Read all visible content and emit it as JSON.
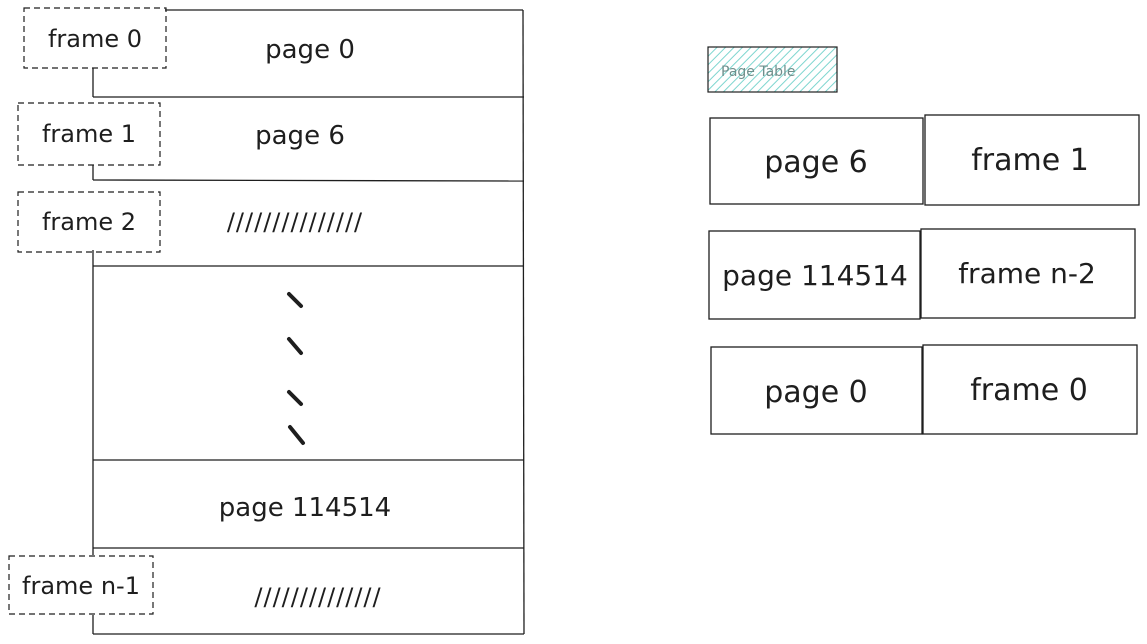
{
  "memory_layout": {
    "rows": [
      {
        "frame": "frame 0",
        "page": "page 0"
      },
      {
        "frame": "frame 1",
        "page": "page 6"
      },
      {
        "frame": "frame 2",
        "page": "///////////////"
      },
      {
        "frame": "",
        "page": ""
      },
      {
        "frame": "",
        "page": "page 114514"
      },
      {
        "frame": "frame n-1",
        "page": "//////////////"
      }
    ]
  },
  "page_table": {
    "label": "Page Table",
    "label_color": "#7fd6d0",
    "entries": [
      {
        "page": "page 6",
        "frame": "frame 1"
      },
      {
        "page": "page 114514",
        "frame": "frame n-2"
      },
      {
        "page": "page 0",
        "frame": "frame 0"
      }
    ]
  }
}
